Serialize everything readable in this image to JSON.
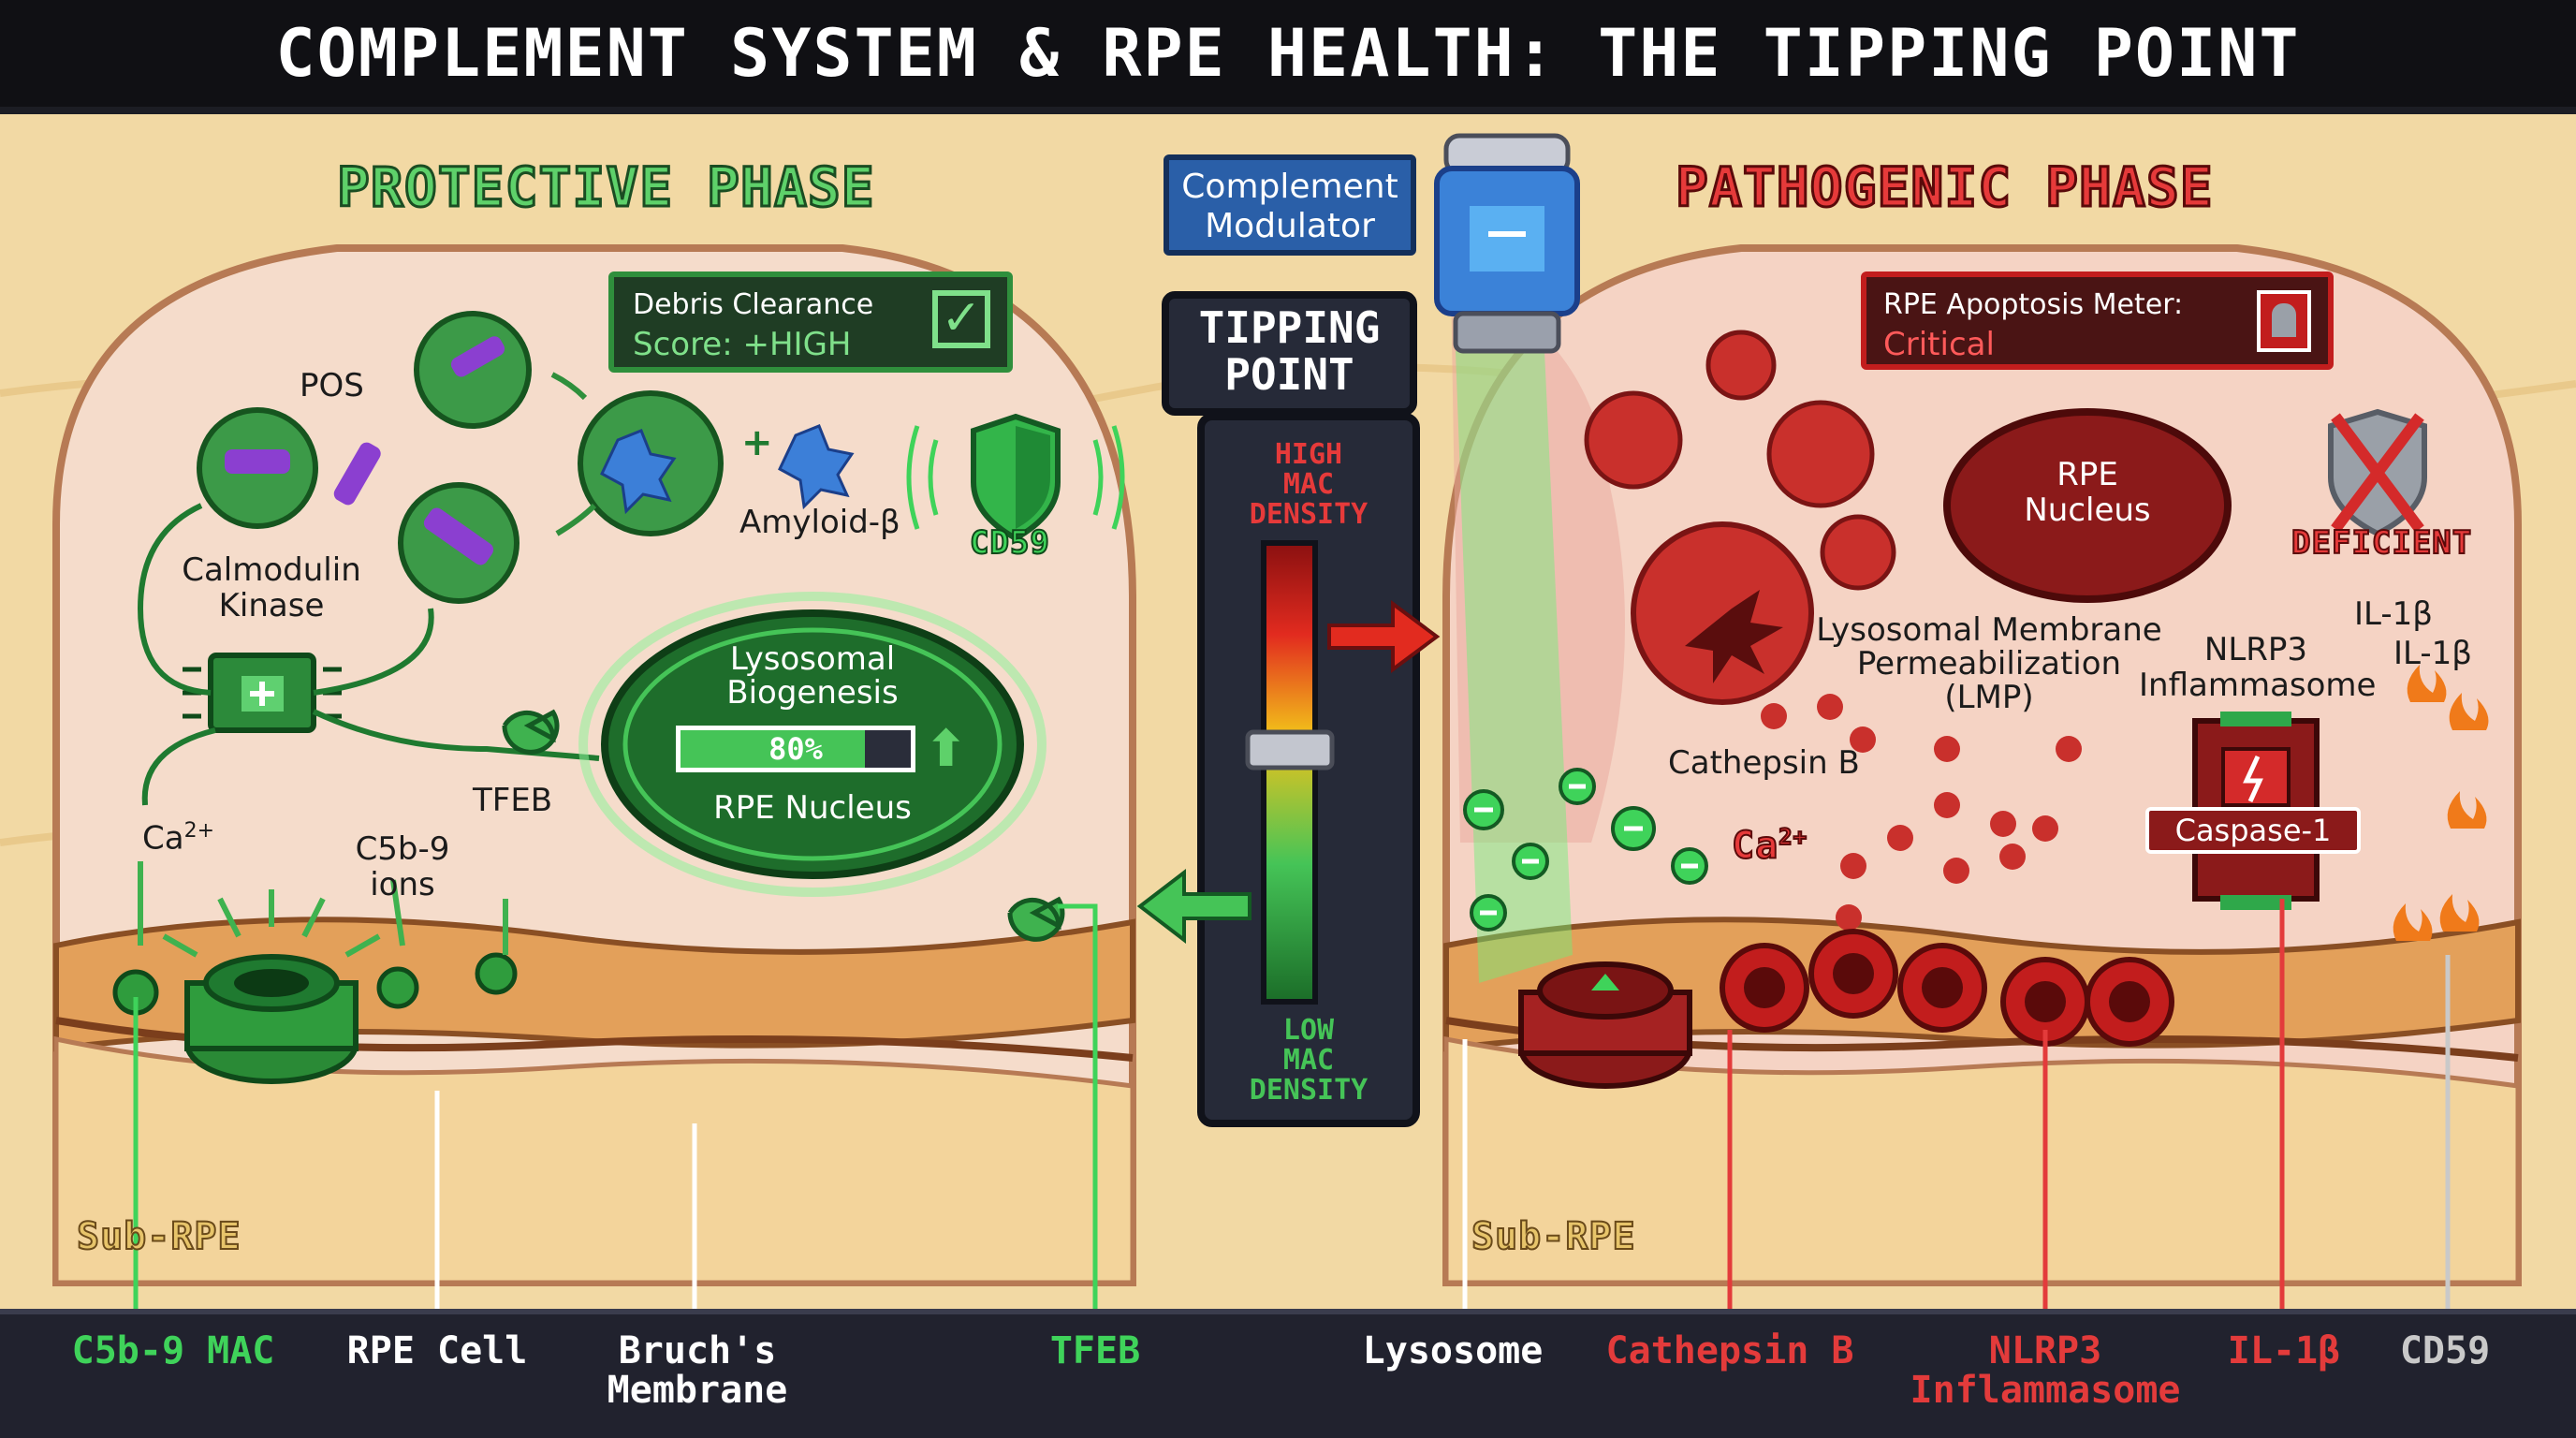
{
  "title": "COMPLEMENT SYSTEM & RPE HEALTH: THE TIPPING POINT",
  "colors": {
    "protective": "#2fa84a",
    "pathogenic": "#d42a2a",
    "background": "#f2d9a4",
    "cytoplasm": "#f7dcc6",
    "panel_dark": "#1f2230"
  },
  "protective": {
    "heading": "PROTECTIVE PHASE",
    "debris_score_line1": "Debris Clearance",
    "debris_score_line2": "Score: +HIGH",
    "check_icon": "checkmark-icon",
    "pos": "POS",
    "amyloid": "Amyloid-β",
    "cd59": "CD59",
    "calmodulin_line1": "Calmodulin",
    "calmodulin_line2": "Kinase",
    "tfeb": "TFEB",
    "ca": "Ca",
    "ca_sup": "2+",
    "c5b9_line1": "C5b-9",
    "c5b9_line2": "ions",
    "lysosomal_line1": "Lysosomal",
    "lysosomal_line2": "Biogenesis",
    "progress_text": "80%",
    "progress_value": 0.8,
    "nucleus": "RPE Nucleus",
    "sub_rpe": "Sub-RPE",
    "plus": "+"
  },
  "center": {
    "modulator_line1": "Complement",
    "modulator_line2": "Modulator",
    "tipping_line1": "TIPPING",
    "tipping_line2": "POINT",
    "high_line1": "HIGH",
    "high_line2": "MAC",
    "high_line3": "DENSITY",
    "low_line1": "LOW",
    "low_line2": "MAC",
    "low_line3": "DENSITY",
    "slider_level": 0.55
  },
  "pathogenic": {
    "heading": "PATHOGENIC PHASE",
    "meter_line1": "RPE Apoptosis Meter:",
    "meter_line2": "Critical",
    "tombstone_icon": "tombstone-icon",
    "nucleus_line1": "RPE",
    "nucleus_line2": "Nucleus",
    "deficient": "DEFICIENT",
    "lmp_line1": "Lysosomal Membrane",
    "lmp_line2": "Permeabilization",
    "lmp_line3": "(LMP)",
    "nlrp3_line1": "NLRP3",
    "nlrp3_line2": "Inflammasome",
    "il1b_a": "IL-1β",
    "il1b_b": "IL-1β",
    "cathepsin": "Cathepsin B",
    "ca": "Ca",
    "ca_sup": "2+",
    "caspase": "Caspase-1",
    "sub_rpe": "Sub-RPE"
  },
  "bottom_labels": [
    {
      "text": "C5b-9 MAC",
      "color": "#3fd35a"
    },
    {
      "text": "RPE Cell",
      "color": "#ffffff"
    },
    {
      "text": "Bruch's\nMembrane",
      "color": "#ffffff"
    },
    {
      "text": "TFEB",
      "color": "#3fd35a"
    },
    {
      "text": "Lysosome",
      "color": "#ffffff"
    },
    {
      "text": "Cathepsin B",
      "color": "#e33b3b"
    },
    {
      "text": "NLRP3\nInflammasome",
      "color": "#e33b3b"
    },
    {
      "text": "IL-1β",
      "color": "#e33b3b"
    },
    {
      "text": "CD59",
      "color": "#c9c9c9"
    }
  ]
}
